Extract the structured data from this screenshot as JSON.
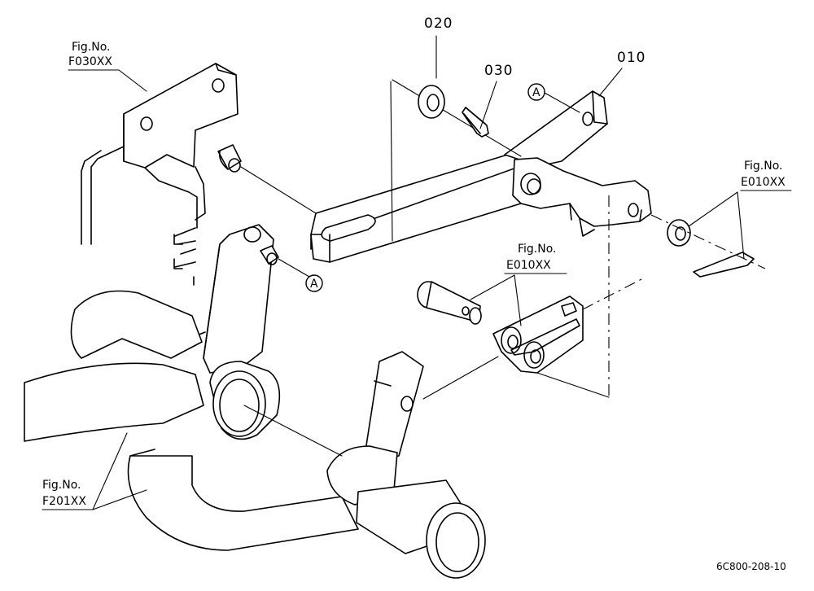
{
  "callouts": {
    "part_010": "010",
    "part_020": "020",
    "part_030": "030",
    "marker_a_top": "A",
    "marker_a_left": "A"
  },
  "fig_refs": {
    "f030": {
      "line1": "Fig.No.",
      "line2": "F030XX"
    },
    "e010_right": {
      "line1": "Fig.No.",
      "line2": "E010XX"
    },
    "e010_center": {
      "line1": "Fig.No.",
      "line2": "E010XX"
    },
    "f201": {
      "line1": "Fig.No.",
      "line2": "F201XX"
    }
  },
  "drawing_code": "6C800-208-10"
}
